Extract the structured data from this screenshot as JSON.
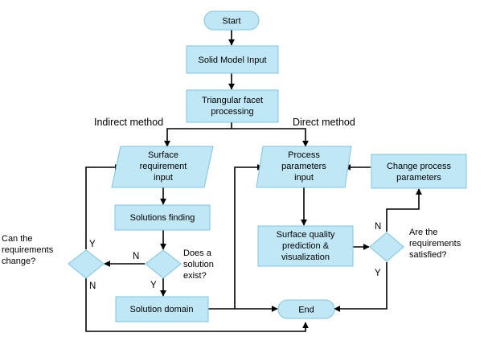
{
  "headings": {
    "indirect": "Indirect method",
    "direct": "Direct method"
  },
  "nodes": {
    "start": [
      "Start"
    ],
    "solid_model": [
      "Solid Model Input"
    ],
    "triangular": [
      "Triangular facet",
      "processing"
    ],
    "surface_req": [
      "Surface",
      "requirement",
      "input"
    ],
    "solutions_finding": [
      "Solutions finding"
    ],
    "solution_exist": [
      "Does a",
      "solution",
      "exist?"
    ],
    "req_change": [
      "Can the",
      "requirements",
      "change?"
    ],
    "solution_domain": [
      "Solution domain"
    ],
    "process_params": [
      "Process",
      "parameters",
      "input"
    ],
    "change_params": [
      "Change process",
      "parameters"
    ],
    "surface_quality": [
      "Surface quality",
      "prediction &",
      "visualization"
    ],
    "req_satisfied": [
      "Are the",
      "requirements",
      "satisfied?"
    ],
    "end": [
      "End"
    ]
  },
  "edge_labels": {
    "exist_no": "N",
    "exist_yes": "Y",
    "change_yes": "Y",
    "change_no": "N",
    "satisfied_no": "N",
    "satisfied_yes": "Y"
  },
  "colors": {
    "shape_fill": "#bfe7f5",
    "shape_stroke": "#7cc4e0",
    "edge": "#000000"
  }
}
